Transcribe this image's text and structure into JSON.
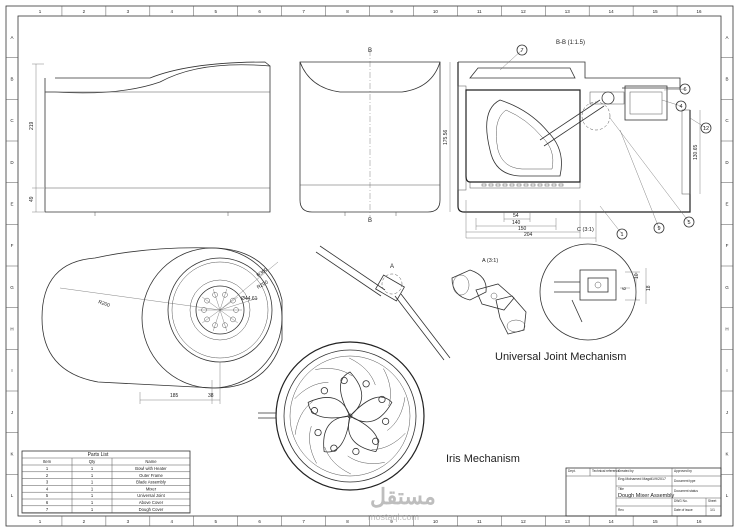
{
  "sheet": {
    "top_ticks": [
      "1",
      "2",
      "3",
      "4",
      "5",
      "6",
      "7",
      "8",
      "9",
      "10",
      "11",
      "12",
      "13",
      "14",
      "15",
      "16"
    ],
    "side_ticks": [
      "A",
      "B",
      "C",
      "D",
      "E",
      "F",
      "G",
      "H",
      "I",
      "J",
      "K",
      "L"
    ]
  },
  "views": {
    "section_label": "B-B (1:1.5)",
    "cut_marker": "B",
    "detail_a_label": "A (3:1)",
    "detail_a_callout": "A",
    "detail_c_label": "C (3:1)",
    "ujoint_title": "Universal Joint Mechanism",
    "iris_title": "Iris Mechanism"
  },
  "dimensions": {
    "front_height": "219",
    "front_base": "49",
    "section_height": "175.56",
    "section_side": "130.65",
    "d1": "54",
    "d2": "140",
    "d3": "150",
    "d4": "204",
    "top_r1": "R200",
    "top_r2": "R300",
    "top_dia": "Ø44.61",
    "top_r3": "R200",
    "top_w1": "185",
    "top_w2": "38",
    "detail_d1": "10",
    "detail_d2": "18",
    "detail_d3": "6"
  },
  "balloons": [
    "7",
    "6",
    "4",
    "12",
    "1",
    "9",
    "5"
  ],
  "parts_list": {
    "title": "Parts List",
    "headers": [
      "Item",
      "Qty",
      "Name"
    ],
    "rows": [
      [
        "1",
        "1",
        "Bowl with Heater"
      ],
      [
        "2",
        "1",
        "Outer Frame"
      ],
      [
        "3",
        "1",
        "Blade Assembly"
      ],
      [
        "4",
        "1",
        "Mixer"
      ],
      [
        "5",
        "1",
        "Universal Joint"
      ],
      [
        "6",
        "1",
        "Above Cover"
      ],
      [
        "7",
        "1",
        "Dough Cover"
      ]
    ]
  },
  "title_block": {
    "dept": "Dept.",
    "tech_ref": "Technical reference",
    "created_by": "Created by",
    "creator": "Eng.Mohamed Magdi",
    "date": "1/9/2017",
    "approved": "Approved by",
    "doc_type": "Document type",
    "doc_status": "Document status",
    "title_label": "Title",
    "title": "Dough Mixer Assembly",
    "dwg_no": "DWG No.",
    "rev": "Rev.",
    "date_of_issue": "Date of issue",
    "sheet_label": "Sheet",
    "sheet_val": "1/1"
  },
  "watermark": {
    "arabic": "مستقل",
    "latin": "mostaql.com"
  }
}
